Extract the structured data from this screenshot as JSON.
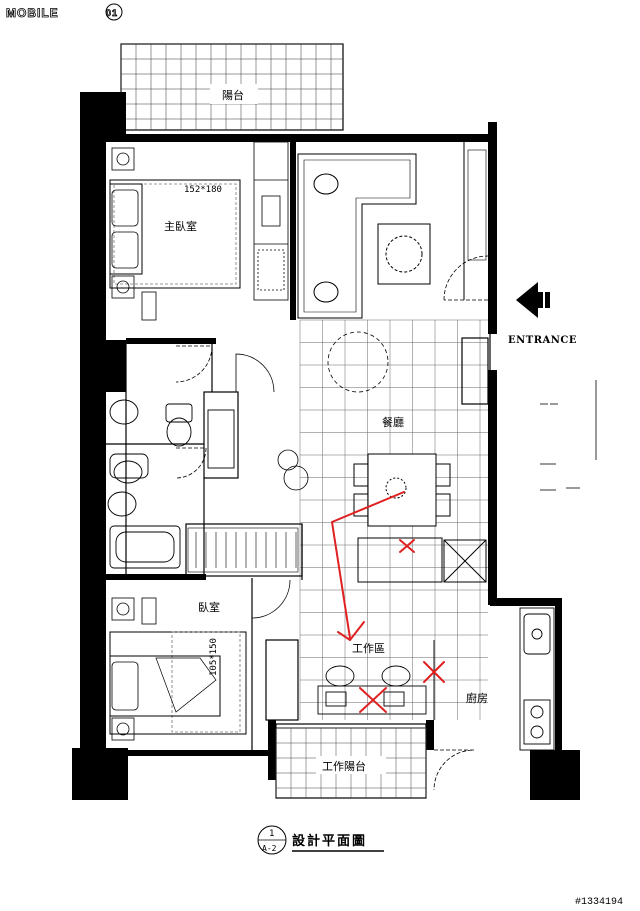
{
  "watermark": {
    "brand": "MOBILE",
    "suffix": "01"
  },
  "rooms": {
    "balcony_top": "陽台",
    "master_bedroom": "主臥室",
    "master_bed_size": "152*180",
    "dining": "餐廳",
    "bedroom": "臥室",
    "bed_size": "105*150",
    "work_area": "工作區",
    "kitchen": "廚房",
    "work_balcony": "工作陽台"
  },
  "entrance": "ENTRANCE",
  "title": {
    "number": "1",
    "sheet": "A-2",
    "text": "設計平面圖"
  },
  "image_id": "#1334194",
  "colors": {
    "line": "#000000",
    "annotation": "#e02020",
    "grid": "#555555"
  }
}
